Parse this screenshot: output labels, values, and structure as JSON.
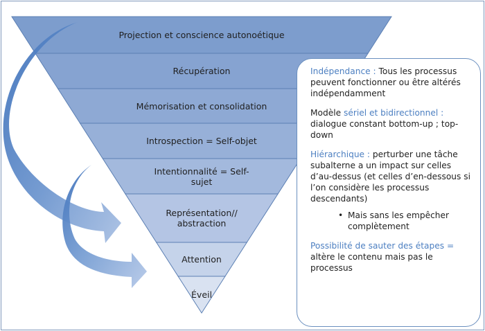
{
  "pyramid": {
    "layers": [
      "Projection et conscience autonoétique",
      "Récupération",
      "Mémorisation et consolidation",
      "Introspection = Self-objet",
      "Intentionnalité = Self-sujet",
      "Représentation// abstraction",
      "Attention",
      "Éveil"
    ],
    "colors": [
      "#7d9dcd",
      "#86a3d1",
      "#8ea9d4",
      "#97b0d8",
      "#a3b9dd",
      "#b4c5e4",
      "#c5d3ea",
      "#d9e2f1"
    ]
  },
  "info": {
    "independance": {
      "highlight": "Indépendance :",
      "text": " Tous les processus peuvent fonctionner ou être altérés indépendamment"
    },
    "modele": {
      "prefix": "Modèle ",
      "highlight": "sériel et bidirectionnel :",
      "text": " dialogue constant bottom-up ; top-down"
    },
    "hierarchique": {
      "highlight": "Hiérarchique :",
      "text": " perturber une tâche subalterne a un impact sur celles d’au-dessus (et celles d’en-dessous si l’on considère les processus descendants)"
    },
    "bullet": "Mais sans les empêcher complètement",
    "sauter": {
      "highlight": "Possibilité de sauter des étapes =",
      "text": " altère le contenu mais pas le processus"
    }
  },
  "arrows": [
    "arrow-top-to-representation",
    "arrow-top-to-attention"
  ]
}
